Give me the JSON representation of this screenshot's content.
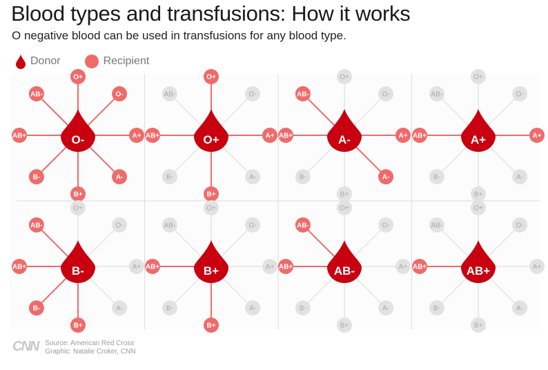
{
  "header": {
    "title": "Blood types and transfusions: How it works",
    "subtitle": "O negative blood can be used in transfusions for any blood type."
  },
  "legend": {
    "donor_label": "Donor",
    "recipient_label": "Recipient"
  },
  "colors": {
    "donor": "#c8000f",
    "active": "#f06a6a",
    "inactive": "#e2e2e2",
    "inactive_text": "#a8a8a8",
    "active_line": "#f06a6a",
    "inactive_line": "#e4e4e4",
    "divider": "#dcdcdc"
  },
  "recipient_order": [
    "O+",
    "O-",
    "A+",
    "A-",
    "B+",
    "B-",
    "AB+",
    "AB-"
  ],
  "panels": [
    {
      "donor": "O-",
      "recipients": [
        "O+",
        "O-",
        "A+",
        "A-",
        "B+",
        "B-",
        "AB+",
        "AB-"
      ]
    },
    {
      "donor": "O+",
      "recipients": [
        "O+",
        "A+",
        "B+",
        "AB+"
      ]
    },
    {
      "donor": "A-",
      "recipients": [
        "A+",
        "A-",
        "AB+",
        "AB-"
      ]
    },
    {
      "donor": "A+",
      "recipients": [
        "A+",
        "AB+"
      ]
    },
    {
      "donor": "B-",
      "recipients": [
        "B+",
        "B-",
        "AB+",
        "AB-"
      ]
    },
    {
      "donor": "B+",
      "recipients": [
        "B+",
        "AB+"
      ]
    },
    {
      "donor": "AB-",
      "recipients": [
        "AB+",
        "AB-"
      ]
    },
    {
      "donor": "AB+",
      "recipients": [
        "AB+"
      ]
    }
  ],
  "footer": {
    "logo": "CNN",
    "source": "Source: American Red Cross",
    "graphic": "Graphic: Natalie Croker, CNN"
  }
}
